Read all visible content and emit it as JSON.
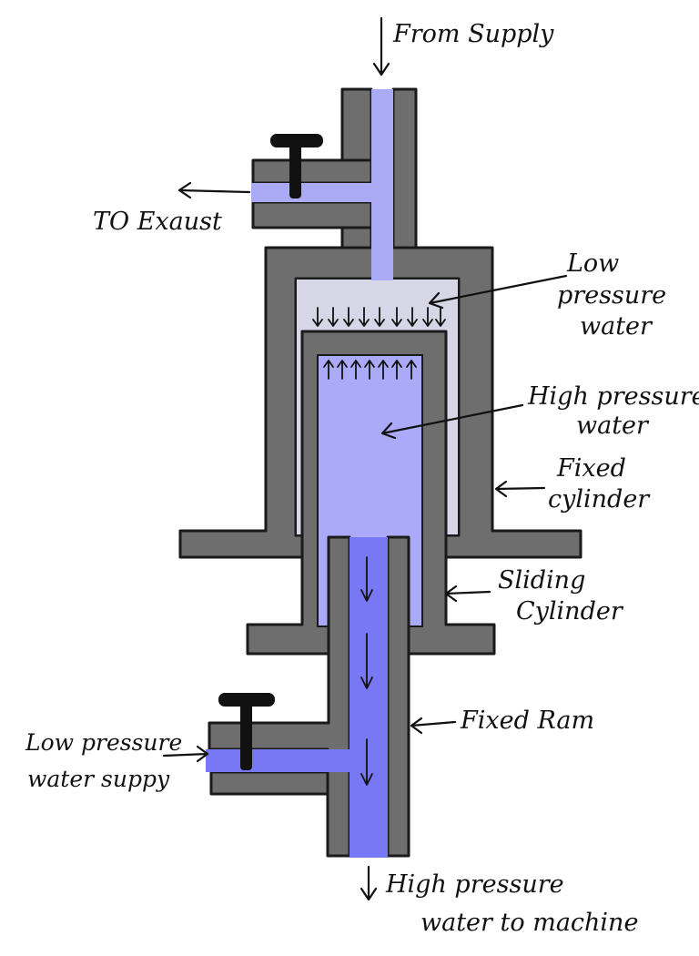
{
  "labels": {
    "from_supply": "From Supply",
    "to_exhaust": "TO Exaust",
    "low_pressure_water": [
      "Low",
      "pressure",
      "water"
    ],
    "high_pressure_water": [
      "High pressure",
      "water"
    ],
    "fixed_cylinder": [
      "Fixed",
      "cylinder"
    ],
    "sliding_cylinder": [
      "Sliding",
      "Cylinder"
    ],
    "fixed_ram": "Fixed Ram",
    "low_pressure_supply": [
      "Low pressure",
      "water suppy"
    ],
    "high_pressure_out": [
      "High pressure",
      "water to machine"
    ]
  },
  "colors": {
    "wall": "#6e6e6e",
    "low_pressure_fill": "#d6d6e6",
    "supply_fill": "#aaaaf5",
    "high_pressure_fill": "#aaaaf8",
    "ram_flow_fill": "#7878f5",
    "valve": "#111111"
  }
}
